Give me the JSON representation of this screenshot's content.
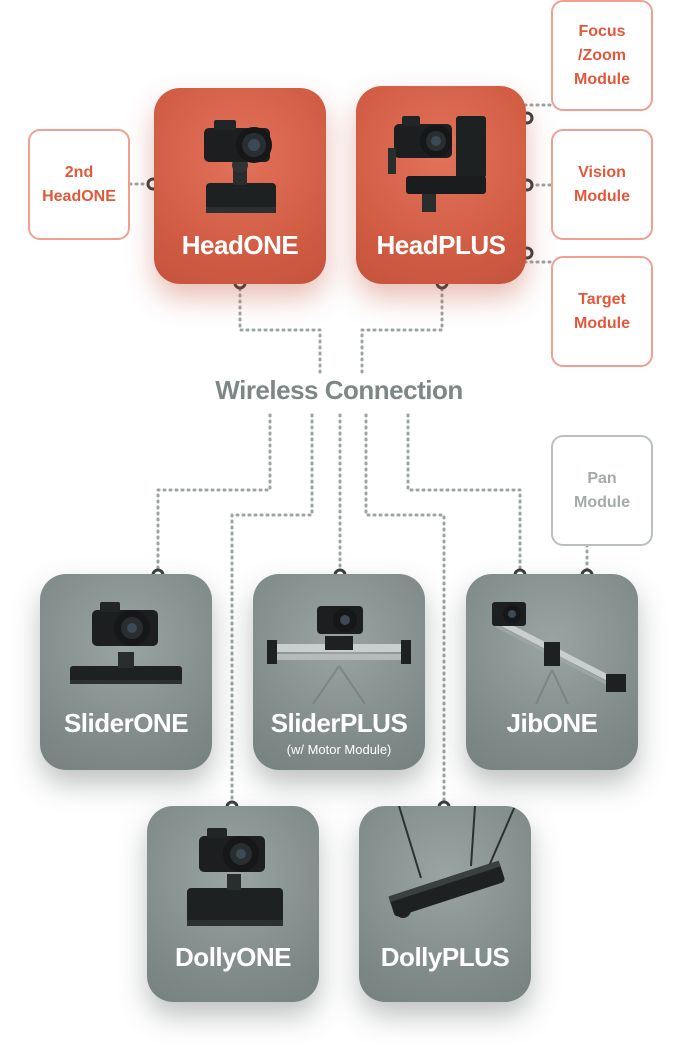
{
  "hub_label": "Wireless Connection",
  "primary_devices": [
    {
      "name": "HeadONE"
    },
    {
      "name": "HeadPLUS"
    }
  ],
  "modules": [
    {
      "name": "2nd\nHeadONE"
    },
    {
      "name": "Focus\n/Zoom\nModule"
    },
    {
      "name": "Vision\nModule"
    },
    {
      "name": "Target\nModule"
    },
    {
      "name": "Pan\nModule"
    }
  ],
  "secondary_devices": [
    {
      "name": "SliderONE"
    },
    {
      "name": "SliderPLUS",
      "note": "(w/ Motor Module)"
    },
    {
      "name": "JibONE"
    },
    {
      "name": "DollyONE"
    },
    {
      "name": "DollyPLUS"
    }
  ],
  "colors": {
    "accent": "#d65e45",
    "accent_border": "#f0a08e",
    "accent_text": "#e1583b",
    "secondary": "#818c8a",
    "connector": "#9aa4a2",
    "node": "#3a3f3e"
  },
  "icons": [
    "camera-head-icon",
    "camera-head-plus-icon",
    "slider-icon",
    "jib-icon",
    "dolly-icon",
    "cable-dolly-icon"
  ]
}
